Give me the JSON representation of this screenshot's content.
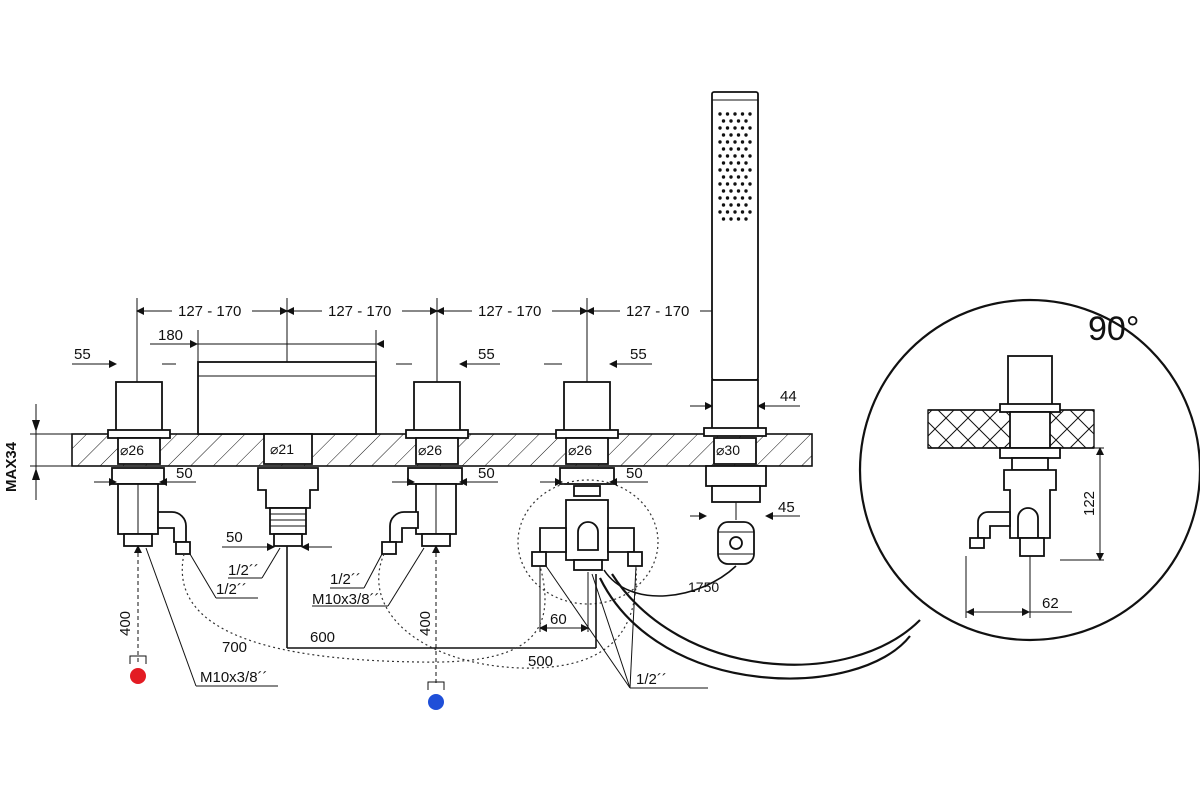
{
  "dimensions": {
    "spacing": [
      "127 - 170",
      "127 - 170",
      "127 - 170",
      "127 - 170"
    ],
    "spout_width": "180",
    "handle_width": "55",
    "shower_holder": "44",
    "max_deck": "MAX34",
    "diam_26": "⌀26",
    "diam_21": "⌀21",
    "diam_30": "⌀30",
    "offset_50": "50",
    "offset_45": "45",
    "hose_1750": "1750",
    "pipe_700": "700",
    "pipe_600": "600",
    "pipe_500": "500",
    "pipe_400": "400",
    "width_60": "60",
    "height_122": "122",
    "width_62": "62",
    "thread_half": "1/2´´",
    "thread_m10": "M10x3/8´´",
    "angle": "90°"
  },
  "colors": {
    "hot": "#e31b23",
    "cold": "#1f4fd8"
  }
}
